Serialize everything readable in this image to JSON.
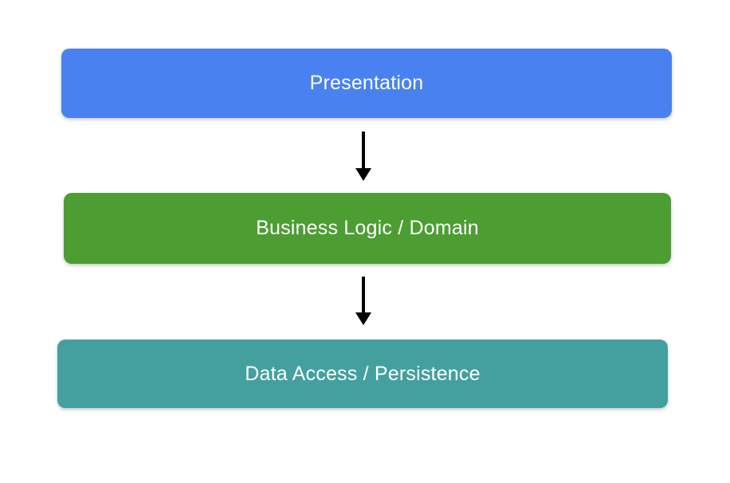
{
  "diagram": {
    "background_color": "#ffffff",
    "arrow_color": "#000000",
    "text_color": "#ffffff",
    "layers": [
      {
        "label": "Presentation",
        "color": "#4a81f0"
      },
      {
        "label": "Business Logic / Domain",
        "color": "#4c9e33"
      },
      {
        "label": "Data Access / Persistence",
        "color": "#44a09f"
      }
    ]
  }
}
